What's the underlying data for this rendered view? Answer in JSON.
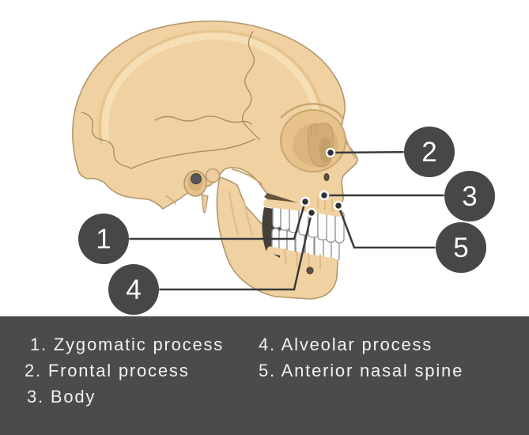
{
  "figure": {
    "illustration": "lateral-skull",
    "markers": [
      {
        "number": "1"
      },
      {
        "number": "2"
      },
      {
        "number": "3"
      },
      {
        "number": "4"
      },
      {
        "number": "5"
      }
    ]
  },
  "legend": {
    "items": [
      {
        "num": "1.",
        "label": "Zygomatic process"
      },
      {
        "num": "2.",
        "label": "Frontal process"
      },
      {
        "num": "3.",
        "label": "Body"
      },
      {
        "num": "4.",
        "label": "Alveolar process"
      },
      {
        "num": "5.",
        "label": "Anterior nasal spine"
      }
    ]
  },
  "colors": {
    "bone": "#F0D1A1",
    "bone_edge": "#B2976B",
    "footer_bg": "#4B4B4D",
    "marker_bg": "#454749",
    "line": "#3A3A3C",
    "pin": "#2E3032",
    "text": "#F2F2F2"
  }
}
